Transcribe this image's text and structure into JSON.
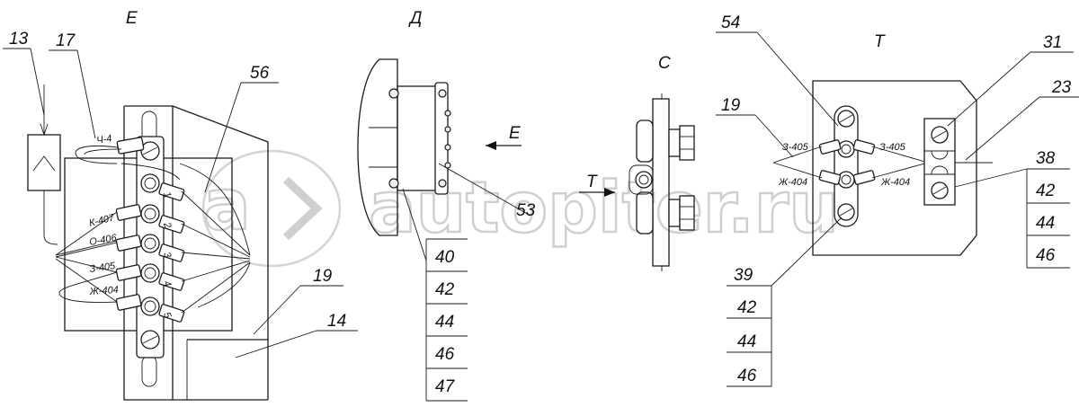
{
  "views": {
    "e": "Е",
    "d": "Д",
    "c": "С",
    "t": "Т"
  },
  "view_arrows": {
    "e": "Е",
    "t": "Т"
  },
  "callouts": {
    "c13": "13",
    "c17": "17",
    "c56": "56",
    "c19a": "19",
    "c14": "14",
    "c53": "53",
    "c54": "54",
    "c19b": "19",
    "c31": "31",
    "c23": "23",
    "c38": "38",
    "c39": "39"
  },
  "wire_marks_e": [
    "Ч-4",
    "К-407",
    "О-406",
    "З-405",
    "Ж-404"
  ],
  "terminal_numbers": [
    "1",
    "2",
    "3",
    "4",
    "5"
  ],
  "wire_marks_t": {
    "z_left": "З-405",
    "z_right": "З-405",
    "zh_left": "Ж-404",
    "zh_right": "Ж-404"
  },
  "stack_40": [
    "40",
    "42",
    "44",
    "46",
    "47"
  ],
  "stack_39": [
    "42",
    "44",
    "46"
  ],
  "stack_38": [
    "42",
    "44",
    "46"
  ],
  "watermark": "autopiter.ru"
}
